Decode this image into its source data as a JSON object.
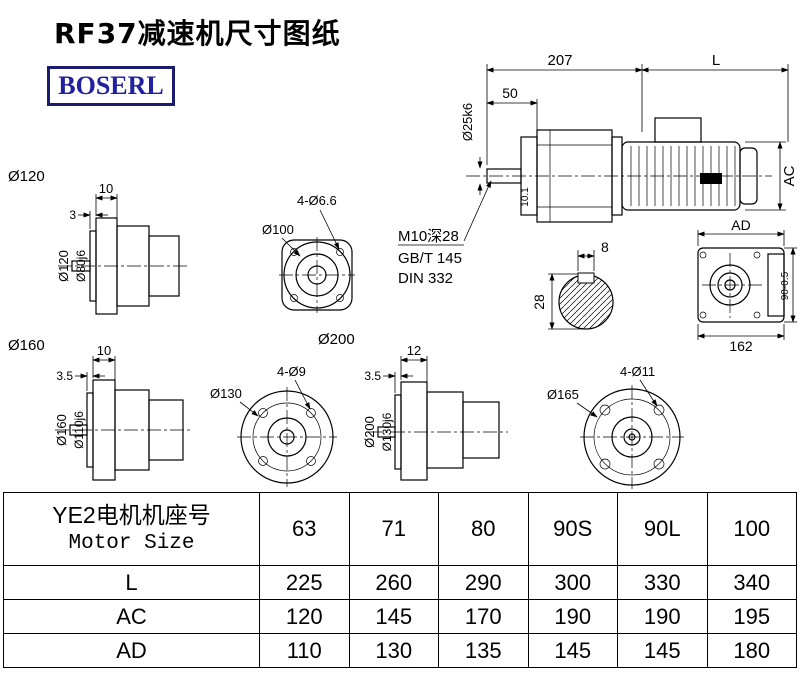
{
  "page": {
    "title": "RF37减速机尺寸图纸",
    "logo_text": "BOSERL"
  },
  "views": {
    "main": {
      "dim_207": "207",
      "dim_L": "L",
      "dim_50": "50",
      "shaft_dia": "Ø25k6",
      "key_dim": "10.1",
      "dim_ac": "AC",
      "tap_note": "M10深28",
      "std1": "GB/T 145",
      "std2": "DIN 332"
    },
    "shaft_section": {
      "key_width": "8",
      "height": "28"
    },
    "end_view": {
      "dim_ad": "AD",
      "dim_height": "90-0.5",
      "dim_width": "162"
    },
    "flange120": {
      "group_label": "Ø120",
      "thickness": "10",
      "step": "3",
      "outer": "Ø120",
      "spigot": "Ø80j6"
    },
    "flange100": {
      "dia": "Ø100",
      "holes": "4-Ø6.6"
    },
    "flange160": {
      "group_label": "Ø160",
      "thickness": "10",
      "step": "3.5",
      "outer": "Ø160",
      "spigot": "Ø110j6"
    },
    "flange130": {
      "dia": "Ø130",
      "holes": "4-Ø9"
    },
    "flange200": {
      "group_label": "Ø200",
      "thickness": "12",
      "step": "3.5",
      "outer": "Ø200",
      "spigot": "Ø130j6"
    },
    "flange165": {
      "dia": "Ø165",
      "holes": "4-Ø11"
    }
  },
  "table": {
    "header_line1": "YE2电机机座号",
    "header_line2": "Motor Size",
    "motor_sizes": [
      "63",
      "71",
      "80",
      "90S",
      "90L",
      "100"
    ],
    "rows": [
      {
        "label": "L",
        "values": [
          "225",
          "260",
          "290",
          "300",
          "330",
          "340"
        ]
      },
      {
        "label": "AC",
        "values": [
          "120",
          "145",
          "170",
          "190",
          "190",
          "195"
        ]
      },
      {
        "label": "AD",
        "values": [
          "110",
          "130",
          "135",
          "145",
          "145",
          "180"
        ]
      }
    ]
  },
  "colors": {
    "line": "#000000",
    "logo_blue": "#2020a0",
    "background": "#ffffff"
  }
}
